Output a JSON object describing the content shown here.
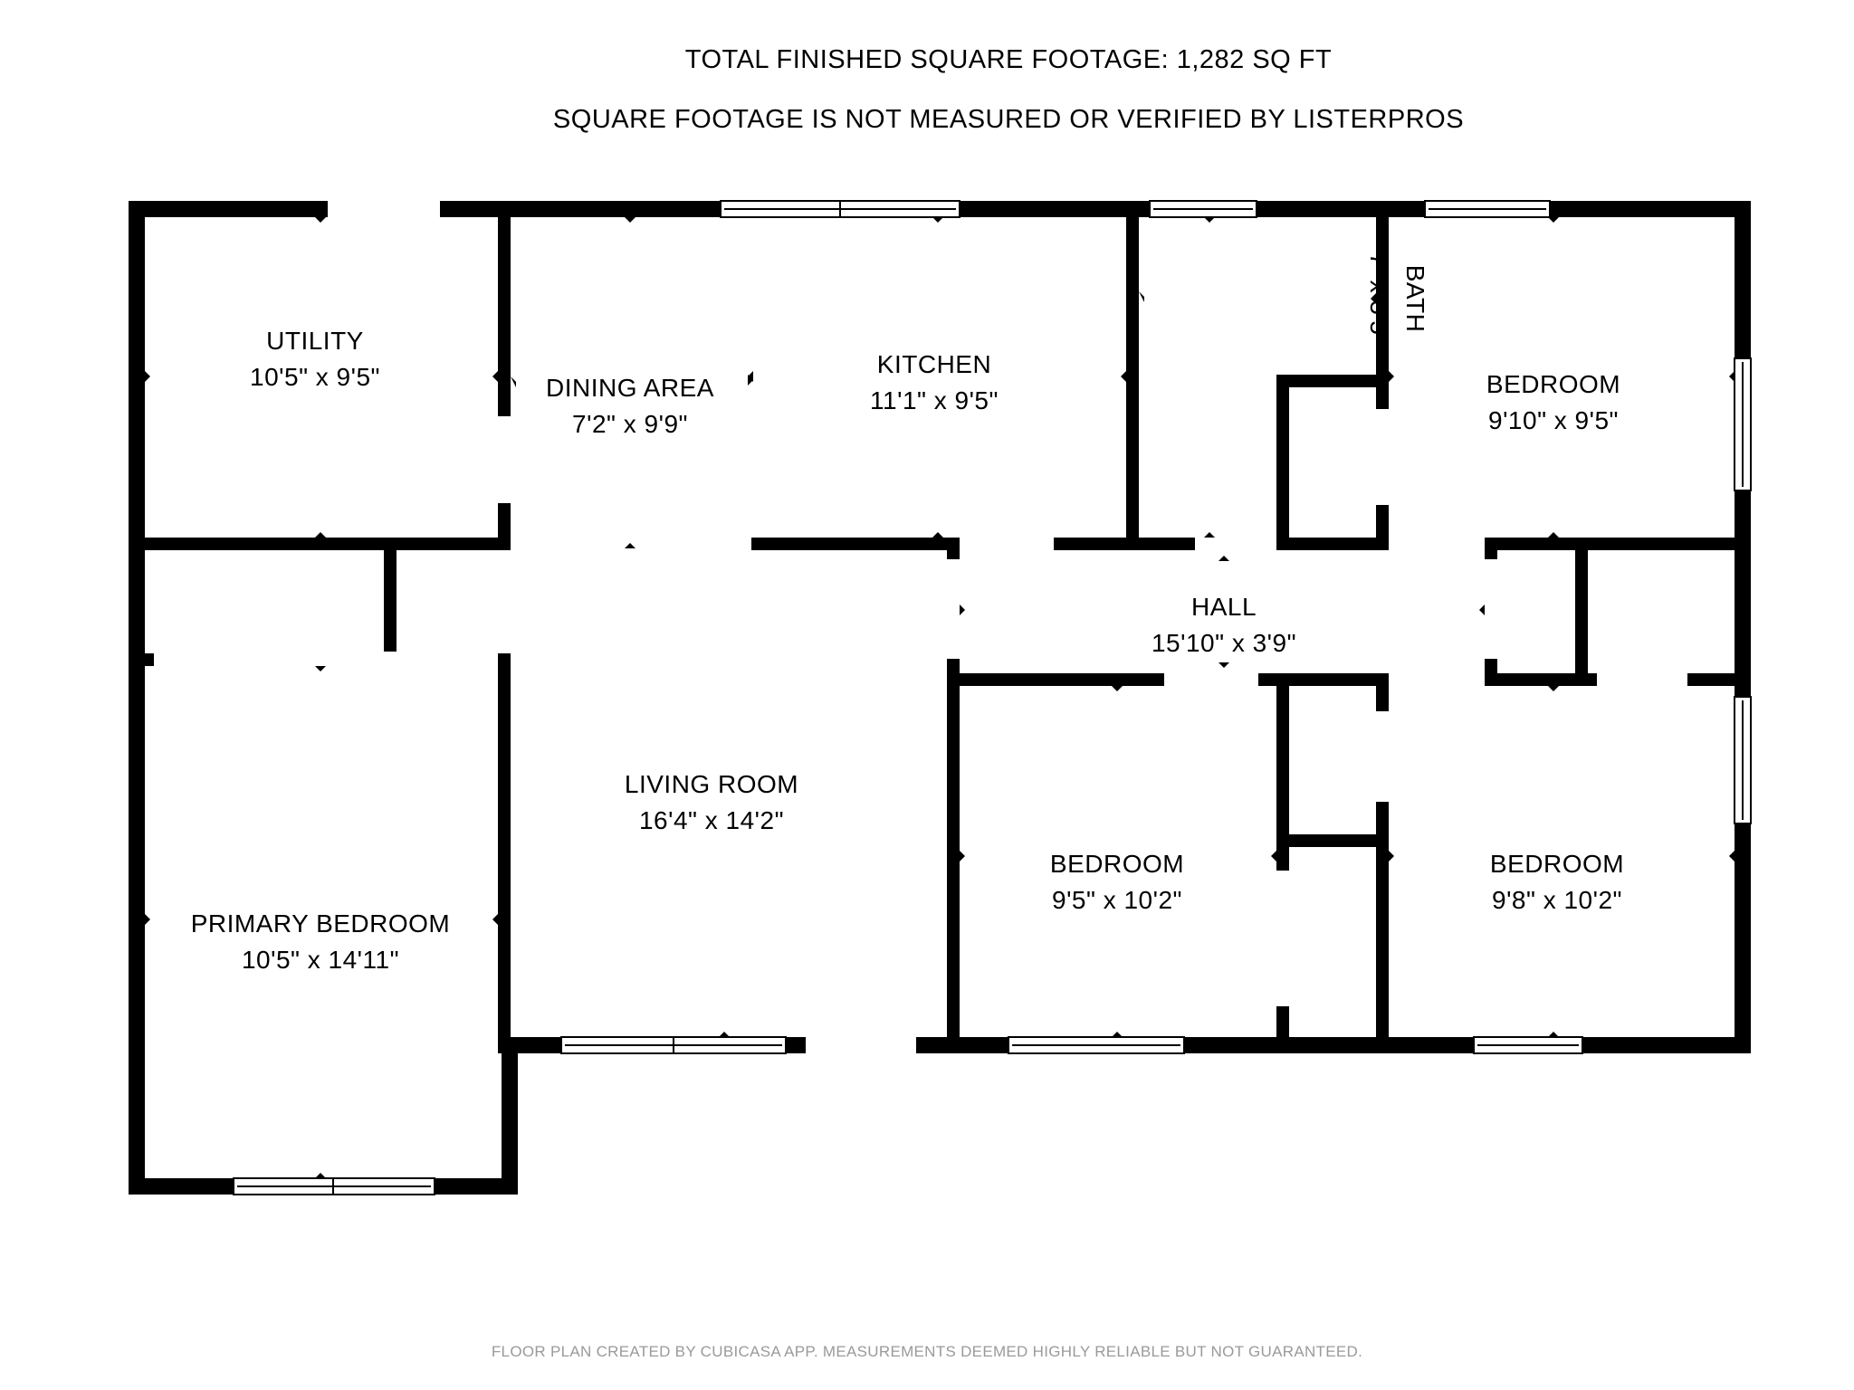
{
  "header": {
    "line1": "TOTAL FINISHED SQUARE FOOTAGE: 1,282 SQ FT",
    "line2": "SQUARE FOOTAGE IS NOT MEASURED OR VERIFIED BY LISTERPROS"
  },
  "rooms": {
    "utility": {
      "name": "UTILITY",
      "dims": "10'5\" x 9'5\""
    },
    "dining": {
      "name": "DINING AREA",
      "dims": "7'2\" x 9'9\""
    },
    "kitchen": {
      "name": "KITCHEN",
      "dims": "11'1\" x 9'5\""
    },
    "bath": {
      "name": "BATH",
      "dims": "7' x 5'5\""
    },
    "bedroom_ne": {
      "name": "BEDROOM",
      "dims": "9'10\" x 9'5\""
    },
    "hall": {
      "name": "HALL",
      "dims": "15'10\" x 3'9\""
    },
    "living": {
      "name": "LIVING ROOM",
      "dims": "16'4\" x 14'2\""
    },
    "bedroom_mid": {
      "name": "BEDROOM",
      "dims": "9'5\" x 10'2\""
    },
    "bedroom_se": {
      "name": "BEDROOM",
      "dims": "9'8\" x 10'2\""
    },
    "primary": {
      "name": "PRIMARY BEDROOM",
      "dims": "10'5\" x 14'11\""
    }
  },
  "footer": {
    "note": "FLOOR PLAN CREATED BY CUBICASA APP. MEASUREMENTS DEEMED HIGHLY RELIABLE BUT NOT GUARANTEED."
  },
  "colors": {
    "wall": "#000000",
    "background": "#ffffff",
    "footer_text": "#9a9a9a"
  }
}
